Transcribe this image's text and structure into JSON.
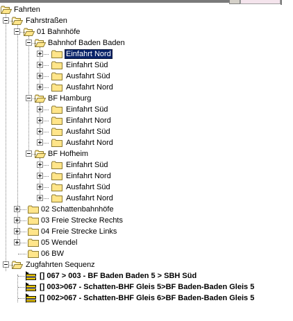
{
  "window_strip": {},
  "tree": {
    "root": "Fahrten",
    "fahrstrassen": "Fahrstraßen",
    "bahnhoefe": "01 Bahnhöfe",
    "stations": [
      {
        "name": "Bahnhof Baden Baden",
        "routes": [
          "Einfahrt Nord",
          "Einfahrt Süd",
          "Ausfahrt Süd",
          "Ausfahrt Nord"
        ]
      },
      {
        "name": "BF Hamburg",
        "routes": [
          "Einfahrt Süd",
          "Einfahrt Nord",
          "Ausfahrt Süd",
          "Ausfahrt Nord"
        ]
      },
      {
        "name": "BF Hofheim",
        "routes": [
          "Einfahrt Süd",
          "Einfahrt Nord",
          "Ausfahrt Süd",
          "Ausfahrt Nord"
        ]
      }
    ],
    "others": [
      "02 Schattenbahnhöfe",
      "03 Freie Strecke Rechts",
      "04 Freie Strecke Links",
      "05 Wendel",
      "06 BW"
    ],
    "zugfahrten": "Zugfahrten Sequenz",
    "sequences": [
      "[] 067 > 003 - BF Baden Baden 5 > SBH Süd",
      "[] 003>067 - Schatten-BHF Gleis 5>BF Baden-Baden Gleis 5",
      "[] 002>067 - Schatten-BHF Gleis 6>BF Baden-Baden Gleis 5"
    ],
    "selected": "Einfahrt Nord"
  },
  "colors": {
    "folder_fill": "#ffe58a",
    "folder_stroke": "#8c7a30",
    "selection_bg": "#0a246a",
    "tree_lines": "#808080"
  },
  "icons": {
    "folder": "folder-icon",
    "open_folder": "folder-open-icon",
    "sequence": "sequence-icon"
  }
}
